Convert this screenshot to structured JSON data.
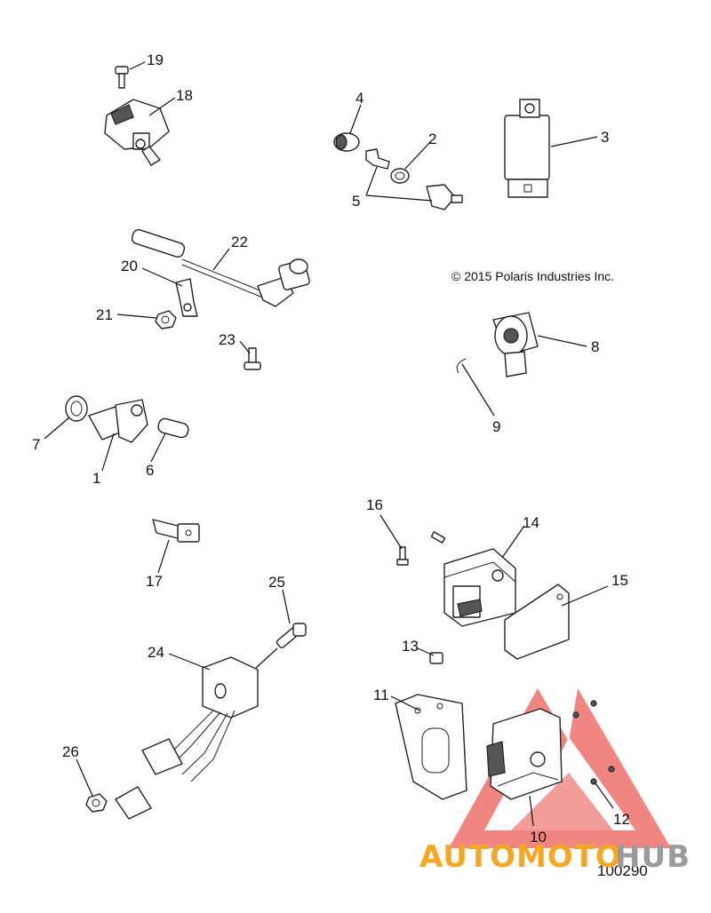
{
  "copyright": "© 2015 Polaris Industries Inc.",
  "diagram_id": "100290",
  "watermark": {
    "part1": "AUTOMOTO",
    "part2": "HUB",
    "color1": "#f5a623",
    "color2": "#9b9b9b",
    "triangle_color": "#e8413a"
  },
  "callouts": {
    "c1": "1",
    "c2": "2",
    "c3": "3",
    "c4": "4",
    "c5": "5",
    "c6": "6",
    "c7": "7",
    "c8": "8",
    "c9": "9",
    "c10": "10",
    "c11": "11",
    "c12": "12",
    "c13": "13",
    "c14": "14",
    "c15": "15",
    "c16": "16",
    "c17": "17",
    "c18": "18",
    "c19": "19",
    "c20": "20",
    "c21": "21",
    "c22": "22",
    "c23": "23",
    "c24": "24",
    "c25": "25",
    "c26": "26"
  }
}
